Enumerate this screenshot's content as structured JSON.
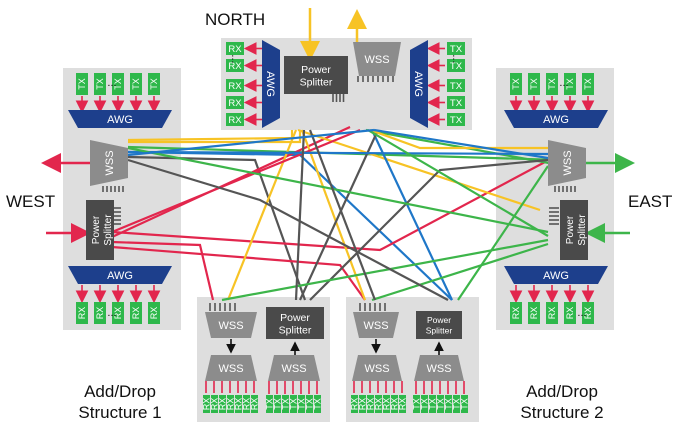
{
  "directions": {
    "north": "NORTH",
    "south": "",
    "west": "WEST",
    "east": "EAST"
  },
  "labels": {
    "tx": "TX",
    "rx": "RX",
    "awg": "AWG",
    "wss": "WSS",
    "splitter_line1": "Power",
    "splitter_line2": "Splitter",
    "dots": "...",
    "add_drop_1_line1": "Add/Drop",
    "add_drop_1_line2": "Structure 1",
    "add_drop_2_line1": "Add/Drop",
    "add_drop_2_line2": "Structure 2"
  },
  "colors": {
    "red": "#e2264d",
    "yellow": "#f7c325",
    "green": "#3db54a",
    "blue": "#1f77c8",
    "gray_line": "#555555",
    "awg": "#1d3f8c",
    "wss": "#8c8c8c",
    "splitter": "#4a4a4a",
    "panel": "#dedede",
    "tx_rx_box": "#2eb84b"
  }
}
